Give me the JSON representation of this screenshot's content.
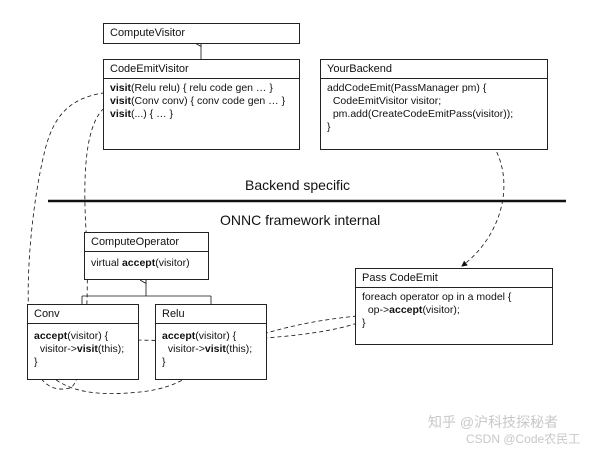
{
  "boxes": {
    "compute_visitor": {
      "title": "ComputeVisitor"
    },
    "code_emit_visitor": {
      "title": "CodeEmitVisitor",
      "lines": [
        {
          "bold": "visit",
          "rest": "(Relu relu) { relu code gen … }"
        },
        {
          "bold": "visit",
          "rest": "(Conv conv) { conv code gen … }"
        },
        {
          "bold": "visit",
          "rest": "(...) { … }"
        }
      ]
    },
    "your_backend": {
      "title": "YourBackend",
      "lines": [
        "addCodeEmit(PassManager pm) {",
        "  CodeEmitVisitor visitor;",
        "  pm.add(CreateCodeEmitPass(visitor));",
        "}"
      ]
    },
    "compute_operator": {
      "title": "ComputeOperator",
      "line": {
        "pre": "virtual ",
        "bold": "accept",
        "rest": "(visitor)"
      }
    },
    "pass_code_emit": {
      "title": "Pass CodeEmit",
      "lines": [
        {
          "pre": "foreach operator op in a model {",
          "bold": "",
          "rest": ""
        },
        {
          "pre": "  op->",
          "bold": "accept",
          "rest": "(visitor);"
        },
        {
          "pre": "}",
          "bold": "",
          "rest": ""
        }
      ]
    },
    "conv": {
      "title": "Conv",
      "lines": [
        {
          "pre": "",
          "bold": "accept",
          "rest": "(visitor) {"
        },
        {
          "pre": "  visitor->",
          "bold": "visit",
          "rest": "(this);"
        },
        {
          "pre": "}",
          "bold": "",
          "rest": ""
        }
      ]
    },
    "relu": {
      "title": "Relu",
      "lines": [
        {
          "pre": "",
          "bold": "accept",
          "rest": "(visitor) {"
        },
        {
          "pre": "  visitor->",
          "bold": "visit",
          "rest": "(this);"
        },
        {
          "pre": "}",
          "bold": "",
          "rest": ""
        }
      ]
    }
  },
  "labels": {
    "backend_specific": "Backend specific",
    "framework_internal": "ONNC framework internal"
  },
  "watermark": {
    "line1": "知乎 @沪科技探秘者",
    "line2": "CSDN @Code农民工"
  },
  "colors": {
    "line": "#111111",
    "box_border": "#222222",
    "watermark": "#c8c8c8"
  }
}
